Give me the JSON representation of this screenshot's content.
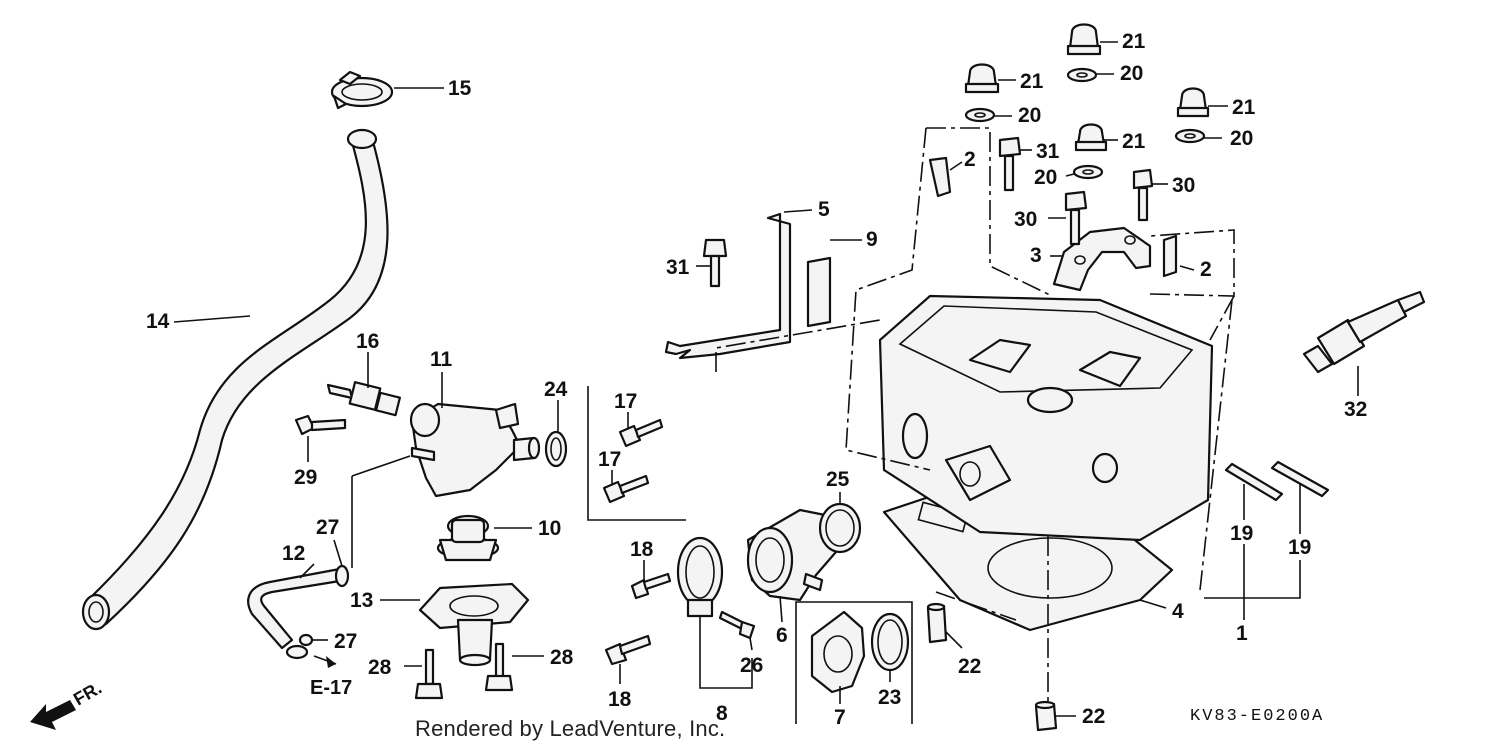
{
  "diagram": {
    "labels": {
      "l1": "1",
      "l2a": "2",
      "l2b": "2",
      "l3": "3",
      "l4": "4",
      "l5": "5",
      "l6": "6",
      "l7": "7",
      "l8": "8",
      "l9": "9",
      "l10": "10",
      "l11": "11",
      "l12": "12",
      "l13": "13",
      "l14": "14",
      "l15": "15",
      "l16": "16",
      "l17a": "17",
      "l17b": "17",
      "l18a": "18",
      "l18b": "18",
      "l19a": "19",
      "l19b": "19",
      "l20a": "20",
      "l20b": "20",
      "l20c": "20",
      "l20d": "20",
      "l21a": "21",
      "l21b": "21",
      "l21c": "21",
      "l21d": "21",
      "l22a": "22",
      "l22b": "22",
      "l23": "23",
      "l24": "24",
      "l25": "25",
      "l26": "26",
      "l27a": "27",
      "l27b": "27",
      "l28a": "28",
      "l28b": "28",
      "l29": "29",
      "l30a": "30",
      "l30b": "30",
      "l31a": "31",
      "l31b": "31",
      "l32": "32"
    },
    "reference": "E-17",
    "direction": "FR.",
    "diagram_code": "KV83-E0200A",
    "credit": "Rendered by LeadVenture, Inc."
  }
}
